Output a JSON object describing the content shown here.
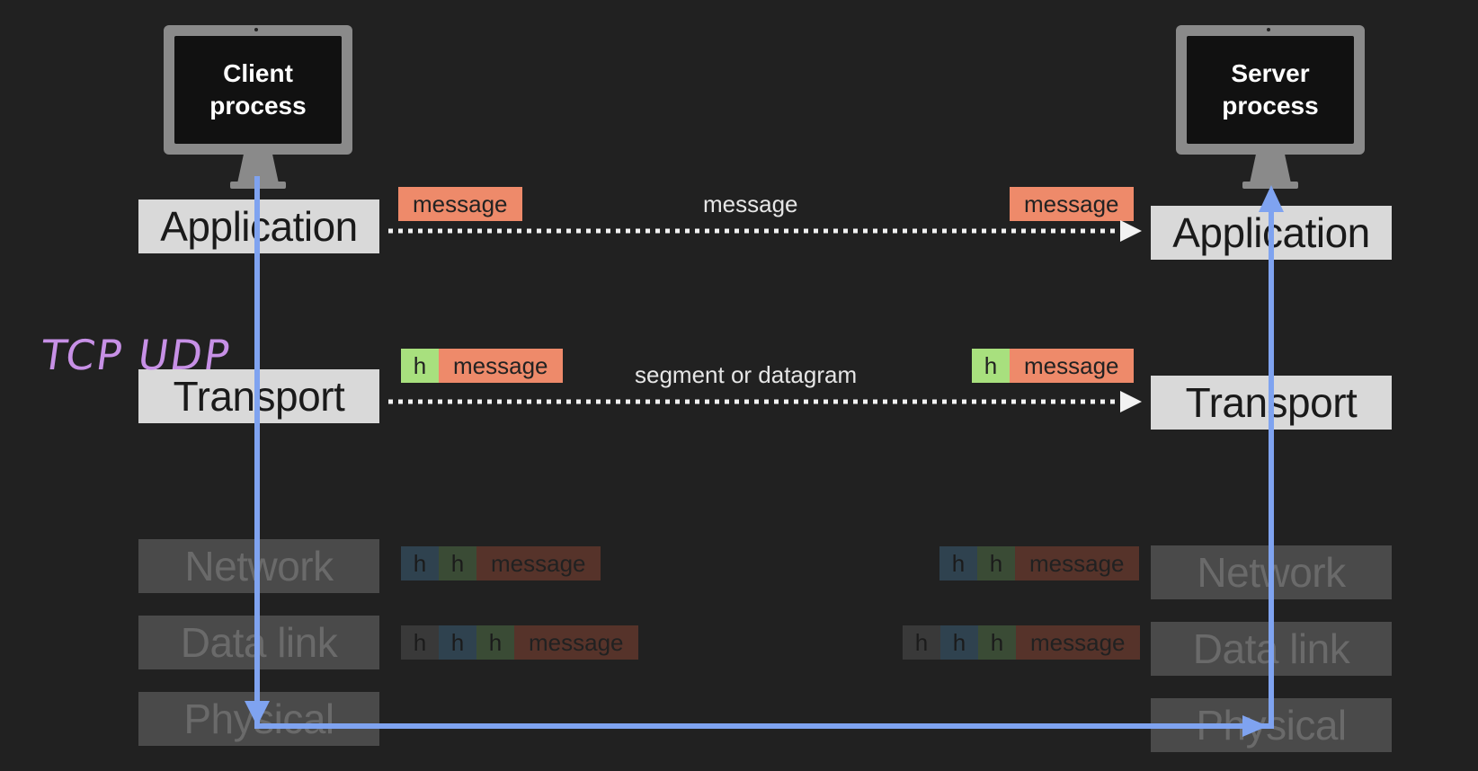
{
  "client": {
    "label": "Client\nprocess"
  },
  "server": {
    "label": "Server\nprocess"
  },
  "layers_left": [
    "Application",
    "Transport",
    "Network",
    "Data link",
    "Physical"
  ],
  "layers_right": [
    "Application",
    "Transport",
    "Network",
    "Data link",
    "Physical"
  ],
  "application_row": {
    "left_msg": "message",
    "center_label": "message",
    "right_msg": "message"
  },
  "transport_row": {
    "h": "h",
    "left_msg": "message",
    "center_label": "segment or datagram",
    "right_msg": "message"
  },
  "network_row": {
    "h1": "h",
    "h2": "h",
    "msg": "message"
  },
  "datalink_row": {
    "h1": "h",
    "h2": "h",
    "h3": "h",
    "msg": "message"
  },
  "annotation": "TCP UDP",
  "colors": {
    "arrow": "#7fa3f0",
    "message": "#ee8a6a",
    "header": "#a8e07e"
  }
}
